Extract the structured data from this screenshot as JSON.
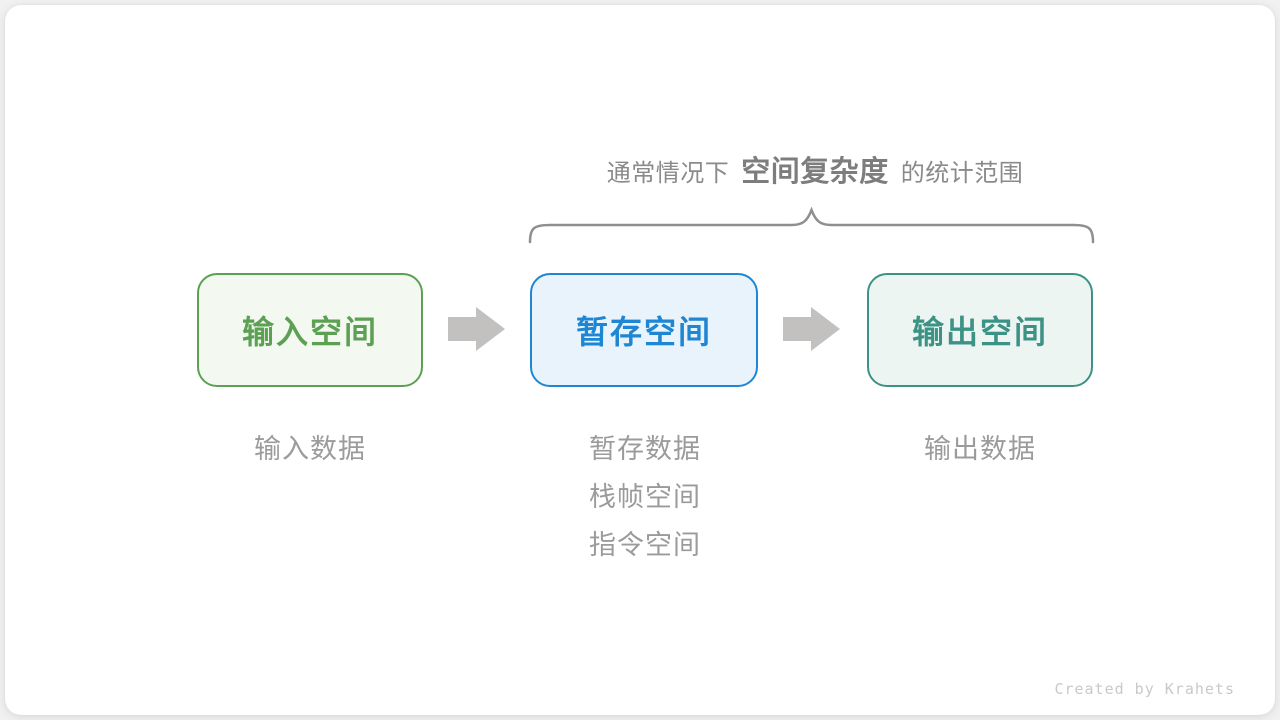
{
  "annotation": {
    "prefix": "通常情况下",
    "highlight": "空间复杂度",
    "suffix": "的统计范围"
  },
  "boxes": [
    {
      "id": "input-space",
      "label": "输入空间"
    },
    {
      "id": "buffer-space",
      "label": "暂存空间"
    },
    {
      "id": "output-space",
      "label": "输出空间"
    }
  ],
  "sublabels": {
    "input": [
      "输入数据"
    ],
    "buffer": [
      "暂存数据",
      "栈帧空间",
      "指令空间"
    ],
    "output": [
      "输出数据"
    ]
  },
  "watermark": "Created by Krahets",
  "colors": {
    "canvas_bg": "#f1f1f1",
    "card_bg": "#ffffff",
    "annotation_text": "#8a8a8a",
    "annotation_highlight": "#7d7d7d",
    "brace": "#8f8f8f",
    "arrow": "#c2c1c0",
    "sublabel_text": "#9b9b9b",
    "watermark_text": "#c9c9c9",
    "input_border": "#5ca053",
    "input_bg": "#f3f9f0",
    "input_text": "#5ca053",
    "buffer_border": "#1e86d3",
    "buffer_bg": "#e8f3fb",
    "buffer_text": "#1e86d3",
    "output_border": "#3c9284",
    "output_bg": "#edf5f2",
    "output_text": "#3c9284"
  }
}
